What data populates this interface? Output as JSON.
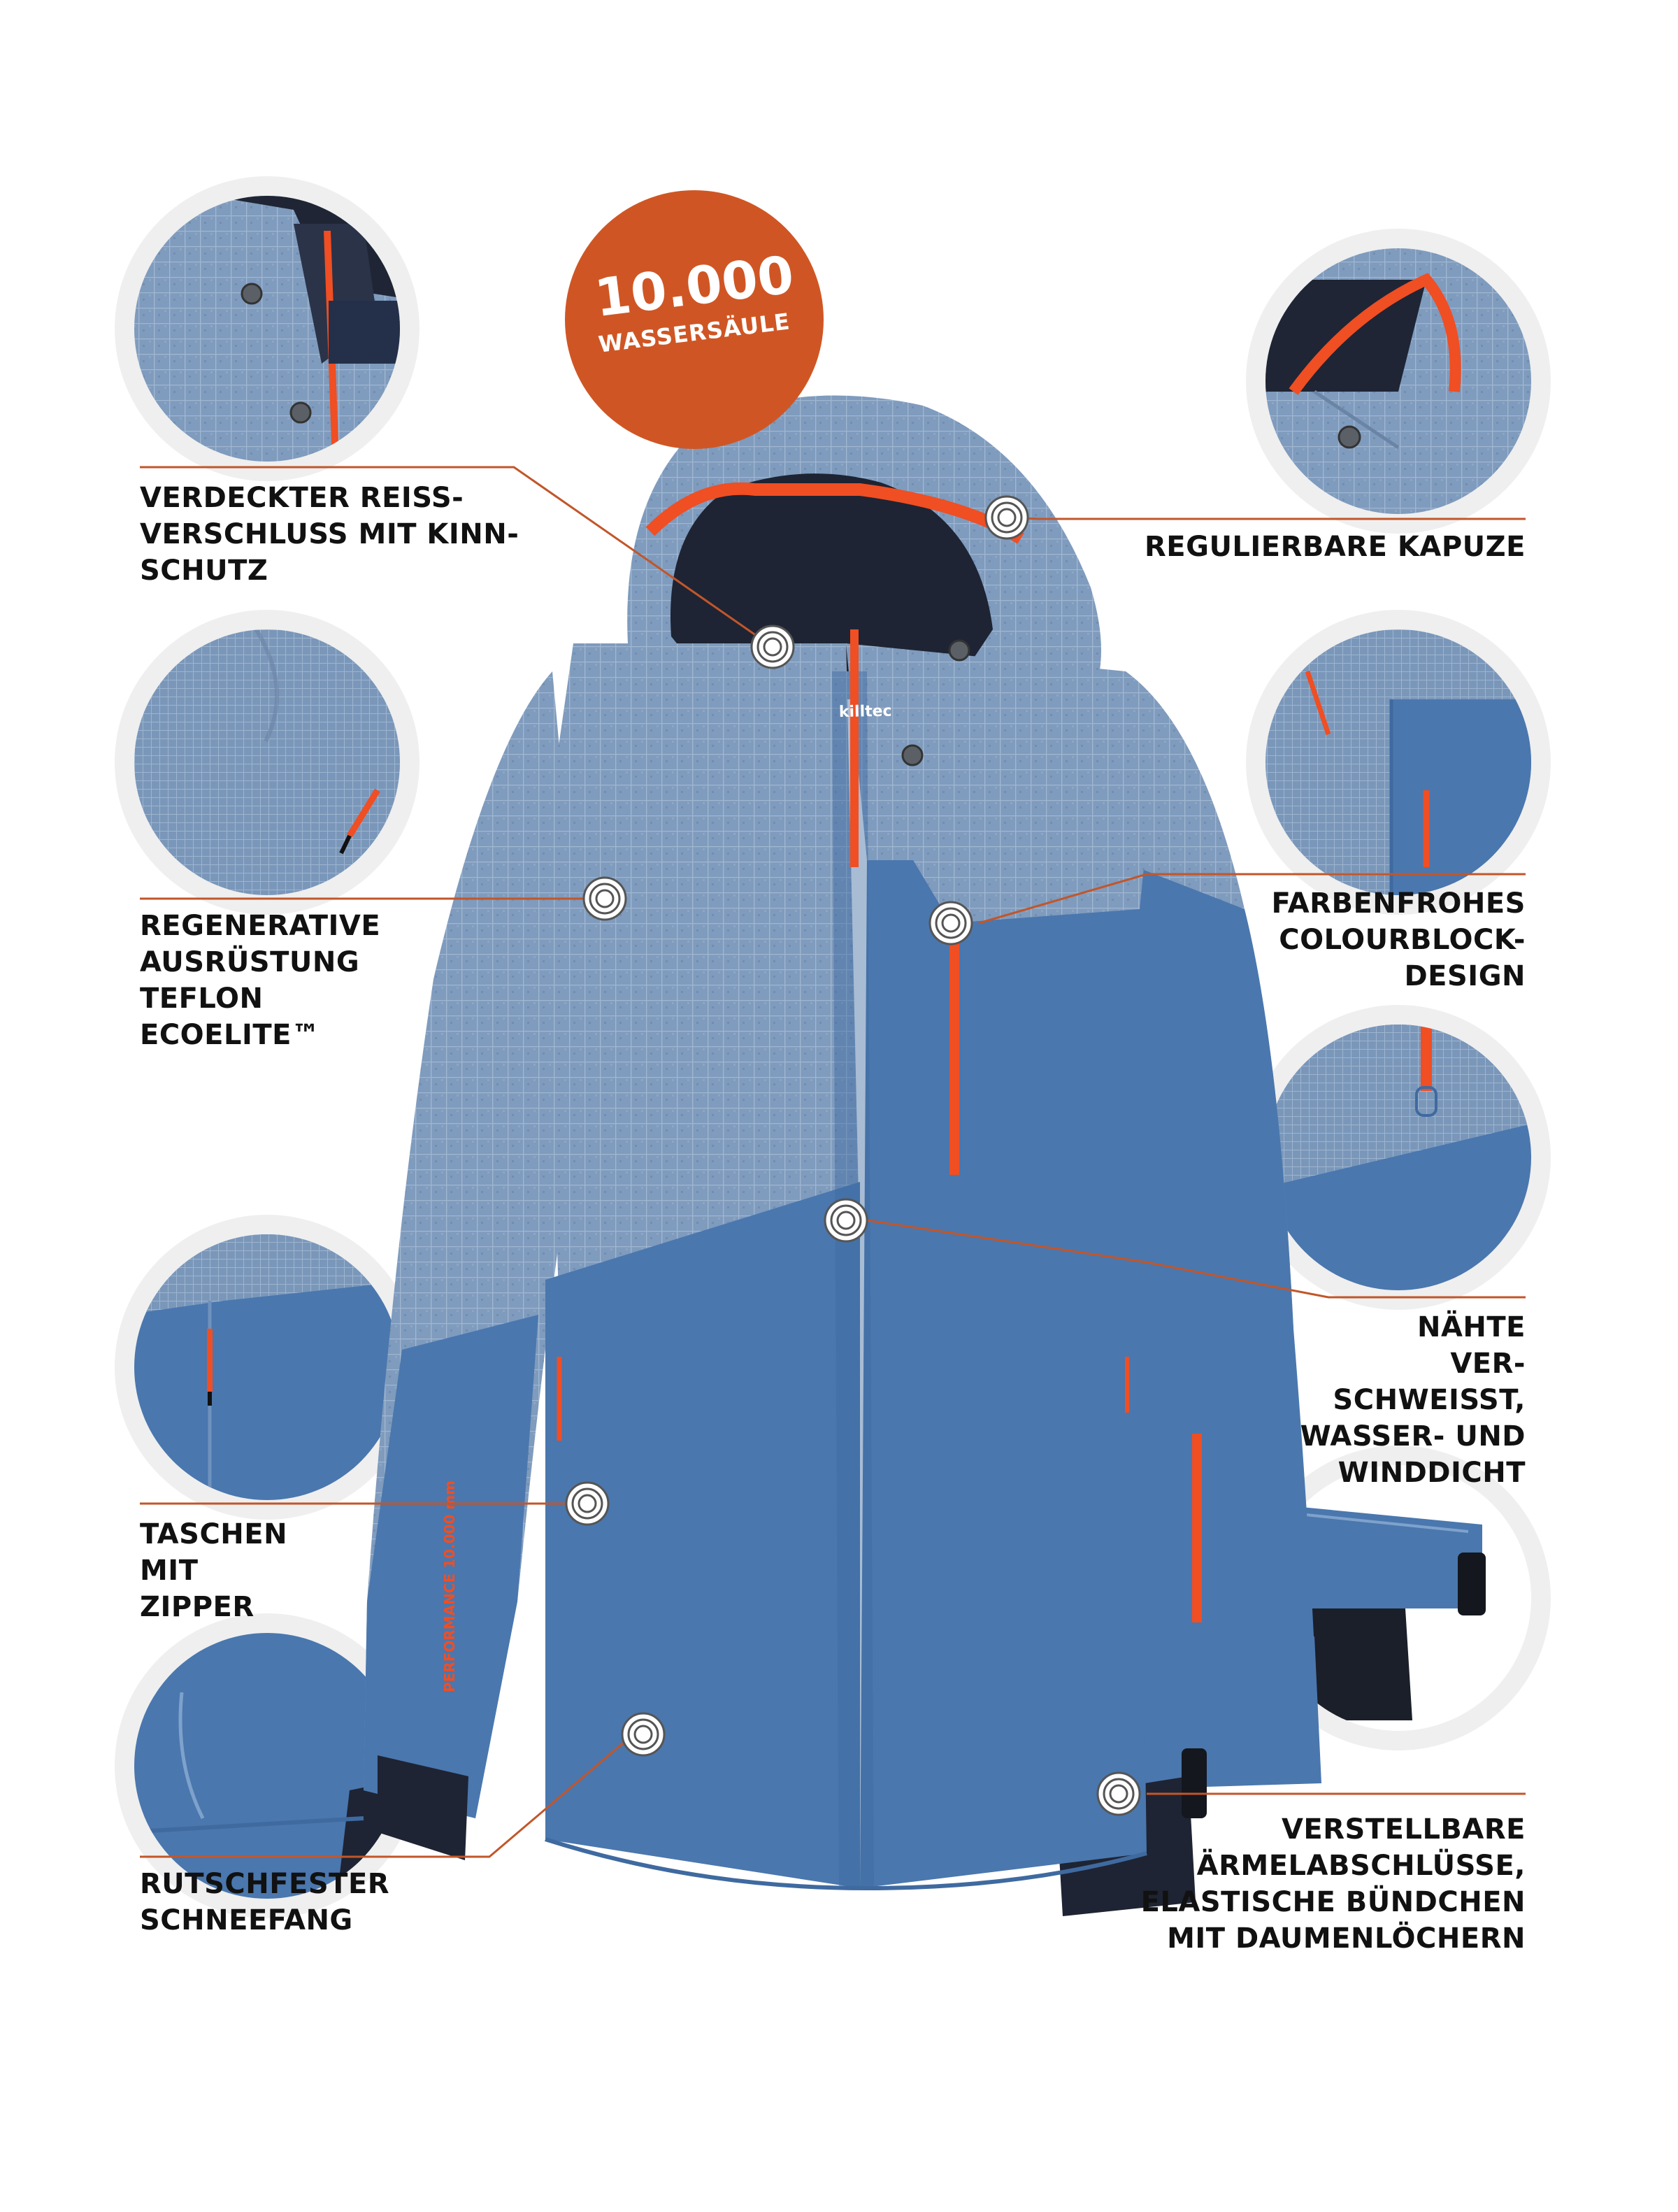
{
  "badge": {
    "value": "10.000",
    "label": "WASSERSÄULE"
  },
  "features": {
    "hidden_zipper": [
      "VERDECKTER REISS-",
      "VERSCHLUSS MIT KINN-",
      "SCHUTZ"
    ],
    "adjustable_hood": [
      "REGULIERBARE KAPUZE"
    ],
    "teflon": [
      "REGENERATIVE",
      "AUSRÜSTUNG",
      "TEFLON",
      "ECOELITE™"
    ],
    "colourblock": [
      "FARBENFROHES",
      "COLOURBLOCK-",
      "DESIGN"
    ],
    "seams": [
      "NÄHTE",
      "VER-",
      "SCHWEISST,",
      "WASSER- UND",
      "WINDDICHT"
    ],
    "pockets": [
      "TASCHEN",
      "MIT",
      "ZIPPER"
    ],
    "cuffs": [
      "VERSTELLBARE",
      "ÄRMELABSCHLÜSSE,",
      "ELASTISCHE BÜNDCHEN",
      "MIT DAUMENLÖCHERN"
    ],
    "snow_skirt": [
      "RUTSCHFESTER",
      "SCHNEEFANG"
    ]
  },
  "jacket_print": {
    "brand": "killtec",
    "sleeve_text": "PERFORMANCE 10.000 mm"
  },
  "colors": {
    "accent_orange": "#cf5624",
    "zipper_orange": "#f04e23",
    "heather_blue": "#7f9bbd",
    "solid_blue": "#4a77ae",
    "lining_navy": "#1e2433",
    "leader_line": "#c2562a"
  }
}
